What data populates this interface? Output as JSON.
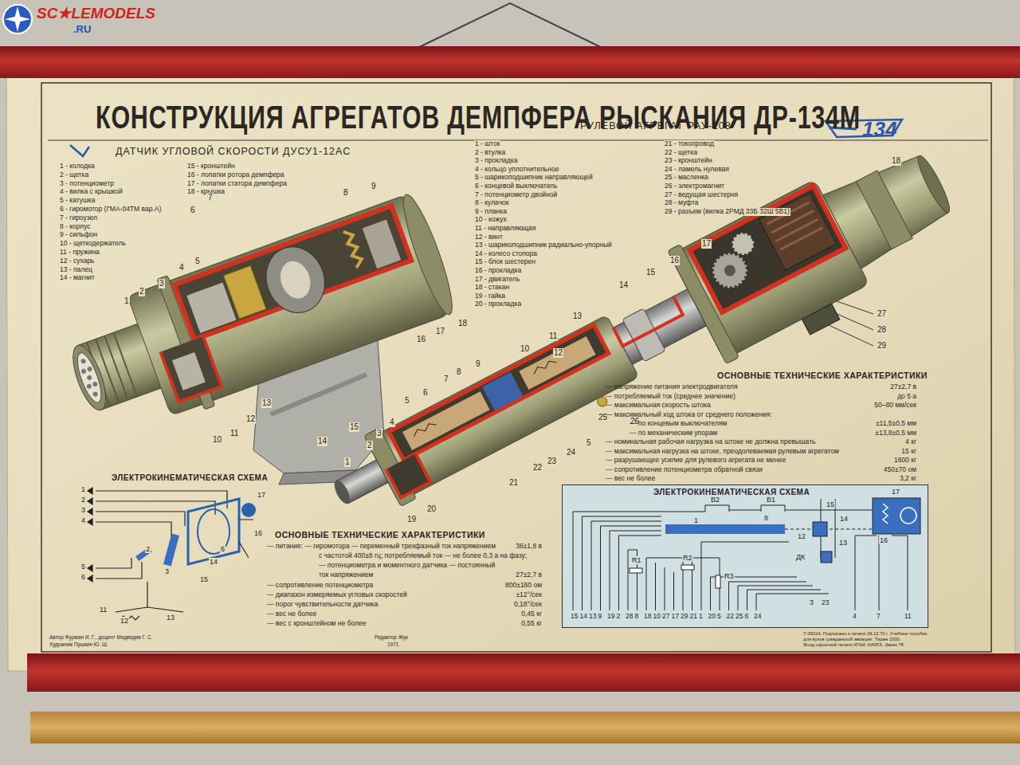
{
  "diagram": {
    "title": "КОНСТРУКЦИЯ АГРЕГАТОВ ДЕМПФЕРА РЫСКАНИЯ ДР-134М",
    "nodes": [
      {
        "text": [
          "ЭЛЕКТРОКИНЕМАТИЧЕСКАЯ СХЕМА"
        ]
      }
    ],
    "labels": [
      "SC★LEMODELS",
      ".RU",
      "ДАТЧИК УГЛОВОЙ СКОРОСТИ ДУСУ1-12АС",
      "1 - колодка",
      "2 - щетка",
      "3 - потенциометр",
      "4 - вилка с крышкой",
      "5 - катушка",
      "6 - гиромотор (ГМА-04ТМ вар.А)",
      "7 - гироузел",
      "8 - корпус",
      "9 - сильфон",
      "10 - щеткодержатель",
      "11 - пружина",
      "12 - сухарь",
      "13 - палец",
      "14 - магнит",
      "15 - кронштейн",
      "16 - лопатки ротора демпфера",
      "17 - лопатки статора демпфера",
      "18 - крышка",
      "РУЛЕВОЙ АГРЕГАТ РАУ-108",
      "1 - шток",
      "2 - втулка",
      "3 - прокладка",
      "4 - кольцо уплотнительное",
      "5 - шарикоподшипник направляющей",
      "6 - концевой выключатель",
      "7 - потенциометр двойной",
      "8 - кулачок",
      "9 - планка",
      "10 - кожух",
      "11 - направляющая",
      "12 - винт",
      "13 - шарикоподшипник радиально-упорный",
      "14 - колесо стопора",
      "15 - блок шестерен",
      "16 - прокладка",
      "17 - двигатель",
      "18 - стакан",
      "19 - гайка",
      "20 - прокладка",
      "21 - токопровод",
      "22 - щетка",
      "23 - кронштейн",
      "24 - ламель нулевая",
      "25 - масленка",
      "26 - электромагнит",
      "27 - ведущая шестерня",
      "28 - муфта",
      "29 - разъем (вилка 2РМД 33Б 32Ш 5В1)",
      "134",
      "1",
      "2",
      "3",
      "4",
      "5",
      "6",
      "7",
      "8",
      "9",
      "10",
      "11",
      "12",
      "13",
      "14",
      "15",
      "16",
      "17",
      "18",
      "1",
      "2",
      "3",
      "4",
      "5",
      "6",
      "7",
      "8",
      "9",
      "10",
      "11",
      "12",
      "13",
      "14",
      "15",
      "16",
      "17",
      "18",
      "19",
      "20",
      "21",
      "22",
      "23",
      "24",
      "25",
      "26",
      "27",
      "28",
      "29",
      "5",
      "ОСНОВНЫЕ ТЕХНИЧЕСКИЕ ХАРАКТЕРИСТИКИ",
      "— напряжение питания электродвигателя",
      "27±2,7 в",
      "— потребляемый ток (среднее значение)",
      "до 5 а",
      "— максимальная скорость штока",
      "50–80 мм/сек",
      "— максимальный ход штока от среднего положения:",
      "— по концевым выключателям",
      "±11,5±0,5 мм",
      "— по механическим упорам",
      "±13,8±0,5 мм",
      "— номинальная рабочая нагрузка на штоке не должна превышать",
      "4 кг",
      "— максимальная нагрузка на штоке, преодолеваемая рулевым агрегатом",
      "15 кг",
      "— разрушающее усилие для рулевого агрегата не менее",
      "1600 кг",
      "— сопротивление потенциометра обратной связи",
      "450±70 ом",
      "— вес не более",
      "3,2 кг",
      "ЭЛЕКТРОКИНЕМАТИЧЕСКАЯ СХЕМА",
      "1",
      "2",
      "3",
      "4",
      "5",
      "6",
      "17",
      "16",
      "14",
      "15",
      "6",
      "2",
      "3",
      "11",
      "12",
      "13",
      "ОСНОВНЫЕ ТЕХНИЧЕСКИЕ ХАРАКТЕРИСТИКИ",
      "— питание: — гиромотора — переменный трехфазный ток напряжением",
      "36±1,8 в",
      "с частотой 400±8 гц; потребляемый ток — не более 0,3 а на фазу;",
      "— потенциометра и моментного датчика — постоянный",
      "ток напряжением",
      "27±2,7 в",
      "— сопротивление потенциометра",
      "800±160 ом",
      "— диапазон измеряемых угловых скоростей",
      "±12°/сек",
      "— порог чувствительности датчика",
      "0,18°/сек",
      "— вес не более",
      "0,45 кг",
      "— вес с кронштейном не более",
      "0,55 кг",
      "В2",
      "В1",
      "1",
      "8",
      "15",
      "14",
      "12",
      "13",
      "17",
      "16",
      "ДК",
      "R1",
      "R2",
      "R3",
      "15",
      "14",
      "13",
      "9",
      "19",
      "2",
      "28",
      "8",
      "18",
      "10",
      "27",
      "17",
      "29",
      "21",
      "1",
      "20",
      "5",
      "22",
      "25",
      "6",
      "24",
      "3",
      "23",
      "4",
      "7",
      "11",
      "Автор Фурман И. Г., доцент Медведев Г. С.",
      "Художник Пушкин Ю. Ш.",
      "Редактор Жук",
      "1971",
      "Т-09314. Подписано к печати 26.12.70 г. Учебное пособие",
      "для вузов гражданской авиации. Тираж 1000.",
      "Фонд офсетной печати КГАИ, КИИГА. Заказ 78"
    ]
  }
}
